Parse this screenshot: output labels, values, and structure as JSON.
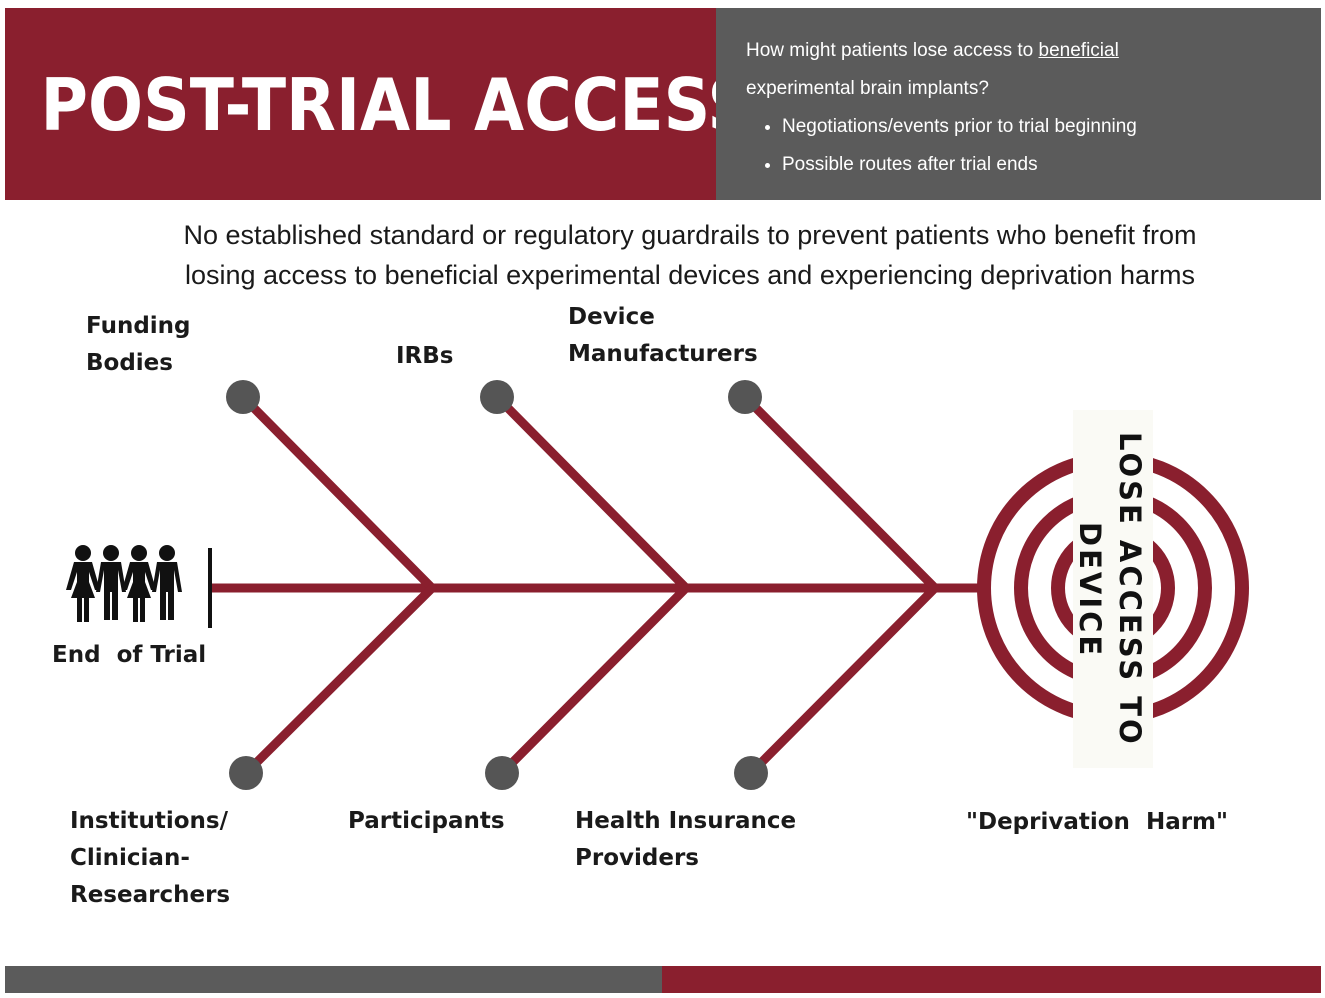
{
  "header": {
    "title": "POST-TRIAL ACCESS",
    "question_part1": "How might patients lose access to ",
    "question_underlined": "beneficial",
    "question_part2": "experimental brain implants?",
    "bullets": [
      "Negotiations/events prior to trial beginning",
      "Possible routes after trial ends"
    ]
  },
  "subtitle": {
    "line1": "No established standard or regulatory guardrails to prevent patients who benefit from",
    "line2": "losing access to beneficial experimental devices and experiencing deprivation harms"
  },
  "diagram": {
    "start_label": "End  of Trial",
    "top_causes": [
      {
        "line1": "Funding",
        "line2": "Bodies"
      },
      {
        "line1": "IRBs",
        "line2": ""
      },
      {
        "line1": "Device",
        "line2": "Manufacturers"
      }
    ],
    "bottom_causes": [
      {
        "line1": "Institutions/",
        "line2": "Clinician-",
        "line3": "Researchers"
      },
      {
        "line1": "Participants",
        "line2": "",
        "line3": ""
      },
      {
        "line1": "Health Insurance",
        "line2": "Providers",
        "line3": ""
      }
    ],
    "outcome_line1": "LOSE ACCESS TO",
    "outcome_line2": "DEVICE",
    "outcome_caption": "\"Deprivation  Harm\""
  },
  "colors": {
    "maroon": "#8a1f2e",
    "gray": "#5b5b5b",
    "node": "#555555"
  },
  "icons": {
    "people": "people-group-icon",
    "target": "concentric-arcs-icon"
  }
}
